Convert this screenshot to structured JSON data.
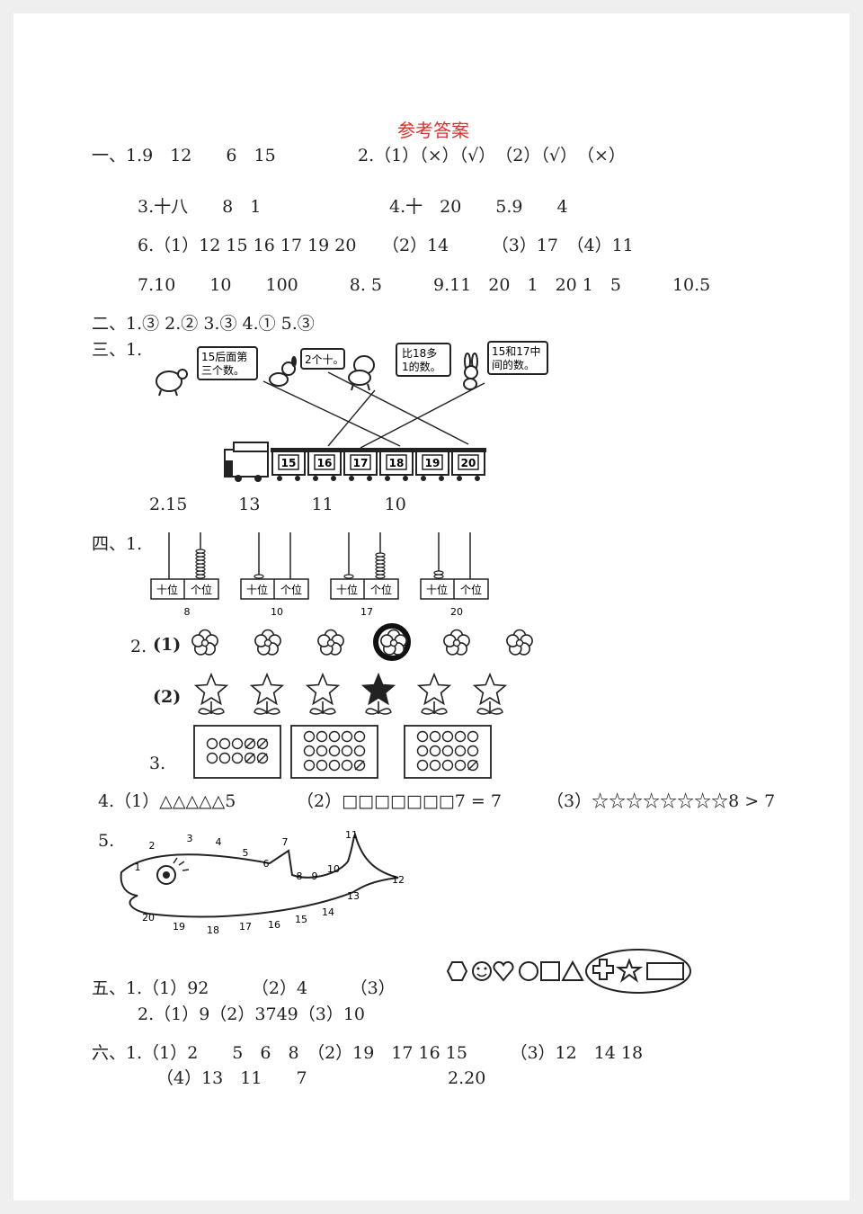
{
  "title": "参考答案",
  "s1": {
    "l1a": "一、1.9　12　　6　15",
    "l1b": "2.（1）（×）（√）　（2）（√）　（×）",
    "l2a": "3.十八　　8　1",
    "l2b": "4.十　20　　5.9　　4",
    "l3": "6.（1）12 15 16 17 19 20　　（2）14　　　（3）17　（4）11",
    "l4": "7.10　　10　　100　　　8. 5　　　9.11　20　1　20 1　5　　　10.5"
  },
  "s2": {
    "line": "二、1.③ 2.② 3.③ 4.① 5.③"
  },
  "s3": {
    "label": "三、1.",
    "bubbles": [
      "15后面第三个数。",
      "2个十。",
      "比18多1的数。",
      "15和17中间的数。"
    ],
    "train_cars": [
      "15",
      "16",
      "17",
      "18",
      "19",
      "20"
    ],
    "q2": "2.15　　　13　　　11　　　10"
  },
  "s4": {
    "label": "四、1.",
    "abacus_labels": [
      "十位",
      "个位"
    ],
    "abacus_values": [
      "8",
      "10",
      "17",
      "20"
    ],
    "q2": "2.",
    "q2_1": "(1)",
    "q2_2": "(2)",
    "q3": "3.",
    "q4_1": "4.（1）△△△△△5",
    "q4_2": "（2）□□□□□□□7 = 7",
    "q4_3": "（3）☆☆☆☆☆☆☆☆8 > 7",
    "q5": "5.",
    "fish_numbers": [
      "1",
      "2",
      "3",
      "4",
      "5",
      "6",
      "7",
      "8",
      "9",
      "10",
      "11",
      "12",
      "13",
      "14",
      "15",
      "16",
      "17",
      "18",
      "19",
      "20"
    ]
  },
  "s5": {
    "l1a": "五、1.（1）92　　　（2）4　　　（3）",
    "l2": "2.（1）9（2）3749（3）10"
  },
  "s6": {
    "l1": "六、1.（1）2　　5　6　8　（2）19　17 16 15　　　（3）12　14 18",
    "l2a": "（4）13　11　　7",
    "l2b": "2.20"
  }
}
